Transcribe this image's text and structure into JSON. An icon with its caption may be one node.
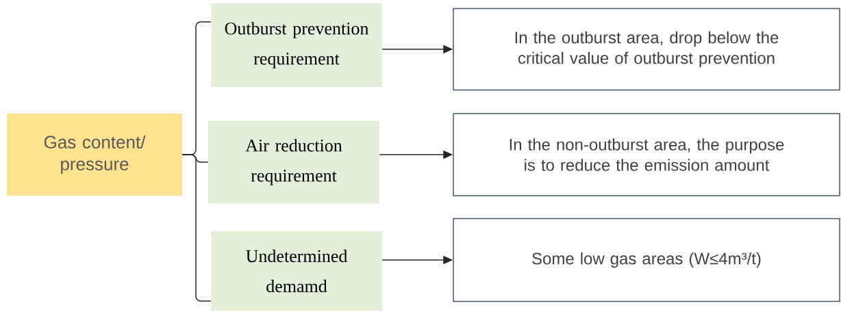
{
  "diagram": {
    "nodes": [
      {
        "text": [
          "Gas content/ pressure"
        ]
      },
      {
        "text": [
          "Outburst prevention requirement"
        ]
      },
      {
        "text": [
          "Air reduction requirement"
        ]
      },
      {
        "text": [
          "Undetermined demamd"
        ]
      },
      {
        "text": [
          "In the outburst area, drop below the critical value of outburst prevention"
        ]
      },
      {
        "text": [
          "In the non-outburst area, the purpose is to reduce the emission amount"
        ]
      },
      {
        "text": [
          "Some low gas areas (W≤4m³/t)"
        ]
      }
    ],
    "edges": [
      {
        "from": 0,
        "to": 1,
        "arrow": "none"
      },
      {
        "from": 0,
        "to": 2,
        "arrow": "none"
      },
      {
        "from": 0,
        "to": 3,
        "arrow": "none"
      },
      {
        "from": 1,
        "to": 4,
        "arrow": "to"
      },
      {
        "from": 2,
        "to": 5,
        "arrow": "to"
      },
      {
        "from": 3,
        "to": 6,
        "arrow": "to"
      }
    ]
  }
}
